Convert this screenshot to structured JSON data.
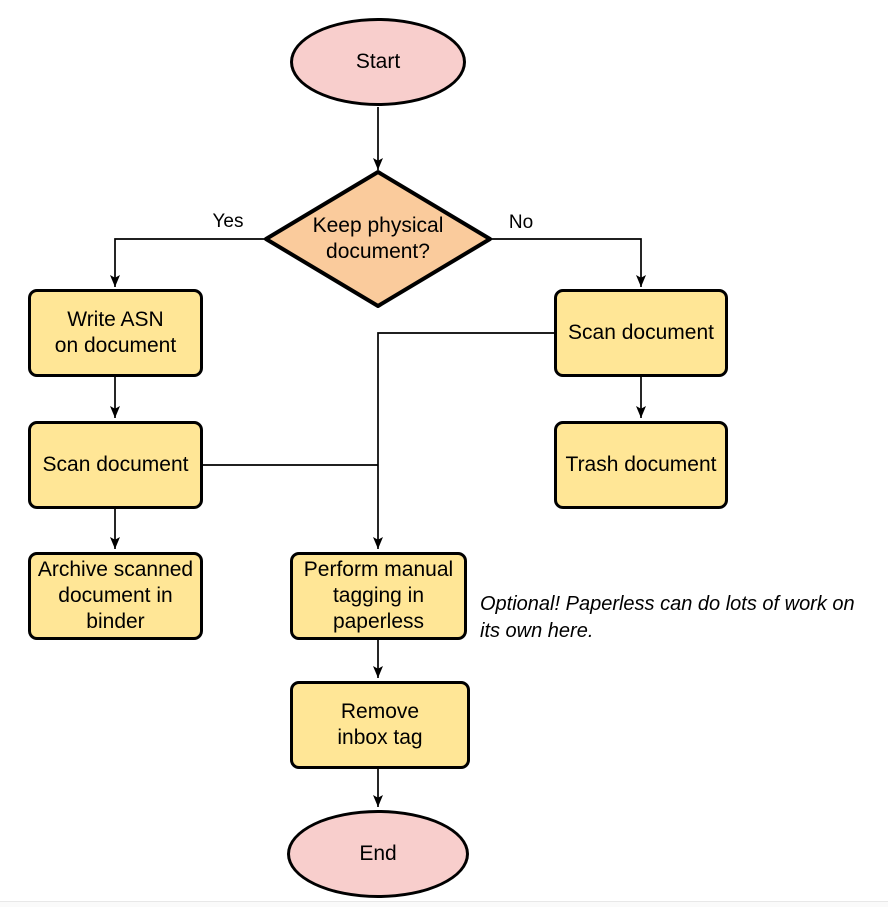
{
  "diagram": {
    "nodes": [
      {
        "id": "start",
        "type": "terminal",
        "label": "Start"
      },
      {
        "id": "decision-keep-physical",
        "type": "decision",
        "label": "Keep physical\ndocument?"
      },
      {
        "id": "write-asn",
        "type": "process",
        "label": "Write ASN\non document"
      },
      {
        "id": "scan-document-left",
        "type": "process",
        "label": "Scan document"
      },
      {
        "id": "archive-in-binder",
        "type": "process",
        "label": "Archive scanned\ndocument in\nbinder"
      },
      {
        "id": "scan-document-right",
        "type": "process",
        "label": "Scan document"
      },
      {
        "id": "trash-document",
        "type": "process",
        "label": "Trash document"
      },
      {
        "id": "perform-manual-tagging",
        "type": "process",
        "label": "Perform manual\ntagging in\npaperless"
      },
      {
        "id": "remove-inbox-tag",
        "type": "process",
        "label": "Remove\ninbox tag"
      },
      {
        "id": "end",
        "type": "terminal",
        "label": "End"
      }
    ],
    "edge_labels": {
      "yes": "Yes",
      "no": "No"
    },
    "annotation": "Optional! Paperless can do lots of work on\nits own here.",
    "colors": {
      "terminal_fill": "#f8cecc",
      "decision_fill": "#facb9c",
      "process_fill": "#ffe696",
      "stroke": "#000000"
    }
  }
}
